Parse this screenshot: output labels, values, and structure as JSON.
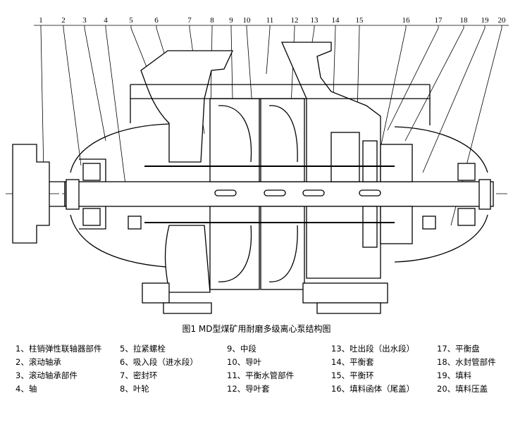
{
  "callout_numbers": [
    "1",
    "2",
    "3",
    "4",
    "5",
    "6",
    "7",
    "8",
    "9",
    "10",
    "11",
    "12",
    "13",
    "14",
    "15",
    "16",
    "17",
    "18",
    "19",
    "20"
  ],
  "caption": "图1  MD型煤矿用耐磨多级离心泵结构图",
  "legend": [
    [
      "1、柱销弹性联轴器部件",
      "2、滚动轴承",
      "3、滚动轴承部件",
      "4、轴"
    ],
    [
      "5、拉紧螺栓",
      "6、吸入段（进水段）",
      "7、密封环",
      "8、叶轮"
    ],
    [
      "9、中段",
      "10、导叶",
      "11、平衡水管部件",
      "12、导叶套"
    ],
    [
      "13、吐出段（出水段）",
      "14、平衡套",
      "15、平衡环",
      "16、填料函体（尾盖）"
    ],
    [
      "17、平衡盘",
      "18、水封管部件",
      "19、填料",
      "20、填料压盖"
    ]
  ]
}
